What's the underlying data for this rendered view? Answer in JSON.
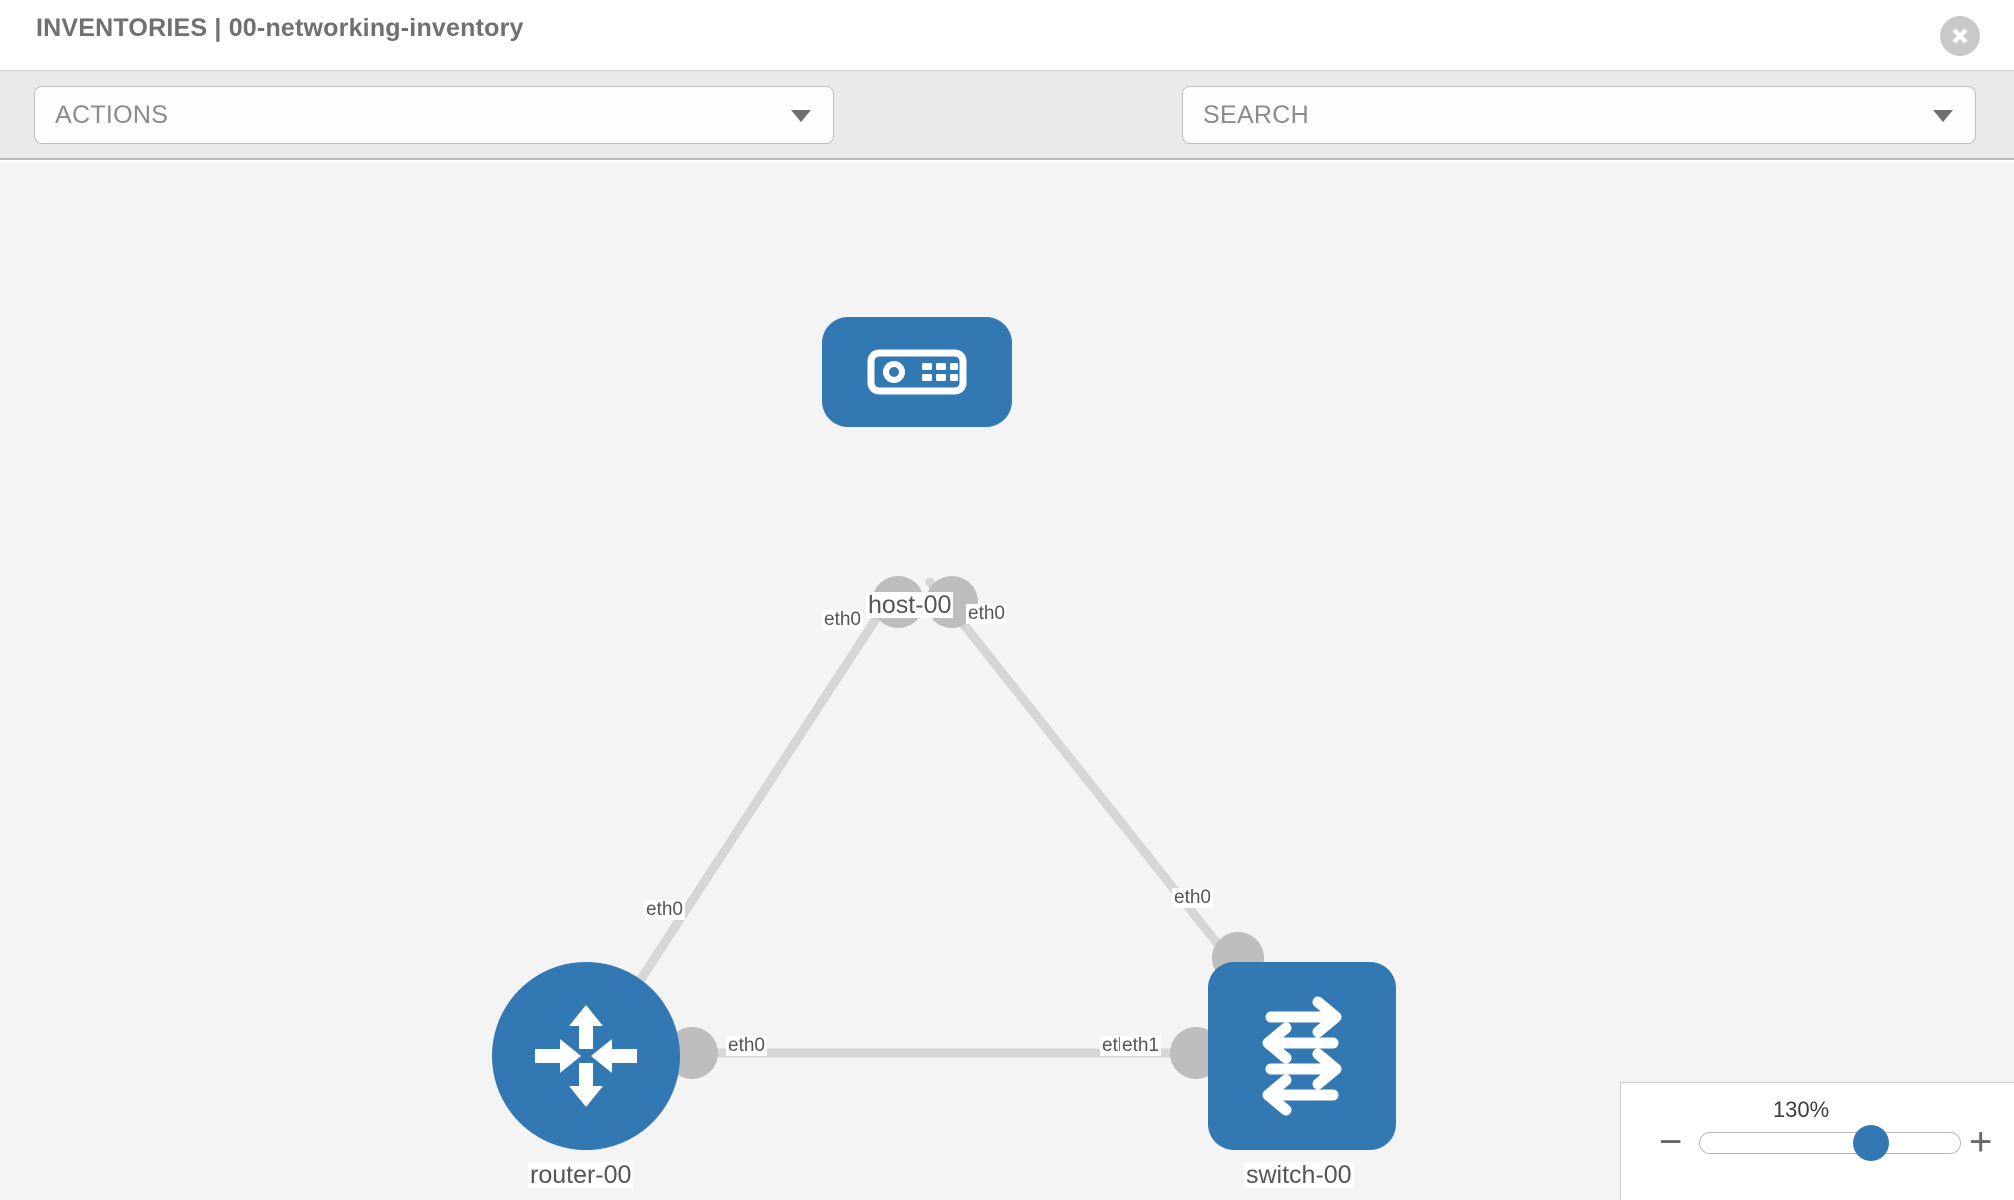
{
  "header": {
    "title": "INVENTORIES | 00-networking-inventory",
    "close_icon": "close-icon"
  },
  "toolbar": {
    "actions_label": "ACTIONS",
    "actions_caret": "chevron-down-icon",
    "wrench_icon": "wrench-icon",
    "key_icon": "key-icon",
    "search_placeholder": "SEARCH",
    "search_caret": "chevron-down-icon"
  },
  "topology": {
    "nodes": [
      {
        "id": "host-00",
        "label": "host-00",
        "type": "host",
        "icon": "server-icon",
        "color": "#3279b3"
      },
      {
        "id": "router-00",
        "label": "router-00",
        "type": "router",
        "icon": "router-icon",
        "color": "#3279b3"
      },
      {
        "id": "switch-00",
        "label": "switch-00",
        "type": "switch",
        "icon": "switch-icon",
        "color": "#3279b3"
      }
    ],
    "links": [
      {
        "from": "router-00",
        "to": "host-00",
        "from_iface": "eth0",
        "to_iface": "eth0"
      },
      {
        "from": "host-00",
        "to": "switch-00",
        "from_iface": "eth0",
        "to_iface": "eth0"
      },
      {
        "from": "router-00",
        "to": "switch-00",
        "from_iface": "eth0",
        "to_iface": "eth1"
      }
    ],
    "iface_labels": {
      "host_left": "eth0",
      "host_right": "eth0",
      "router_up": "eth0",
      "switch_up": "eth0",
      "router_right": "eth0",
      "switch_left_a": "eth0",
      "switch_left_b": "eth1"
    },
    "edge_color": "#d6d6d6",
    "endpoint_color": "#bdbdbd"
  },
  "zoom_control": {
    "value": "130%",
    "minus_label": "−",
    "plus_label": "+",
    "thumb_position_pct": 60
  }
}
